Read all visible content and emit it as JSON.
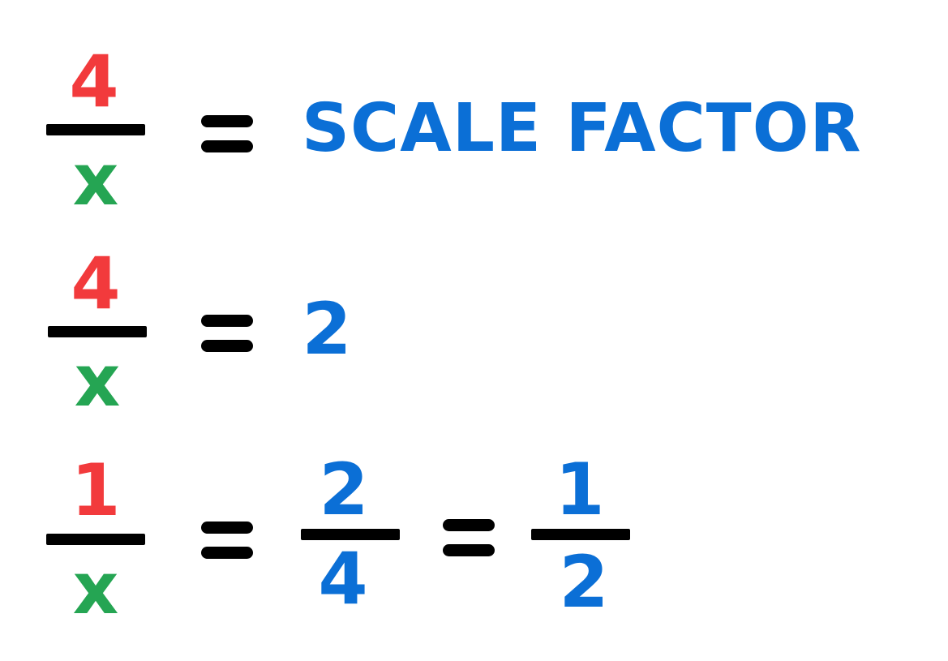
{
  "colors": {
    "numerator": "#f23a3c",
    "variable": "#25a553",
    "result": "#0b6fd6",
    "bar": "#000000"
  },
  "equations": [
    {
      "lhs": {
        "numerator": "4",
        "denominator": "x"
      },
      "equals": "=",
      "rhs_text": "SCALE FACTOR"
    },
    {
      "lhs": {
        "numerator": "4",
        "denominator": "x"
      },
      "equals": "=",
      "rhs_text": "2"
    },
    {
      "lhs": {
        "numerator": "1",
        "denominator": "x"
      },
      "equals": "=",
      "rhs_fraction_1": {
        "numerator": "2",
        "denominator": "4"
      },
      "equals_2": "=",
      "rhs_fraction_2": {
        "numerator": "1",
        "denominator": "2"
      }
    }
  ]
}
